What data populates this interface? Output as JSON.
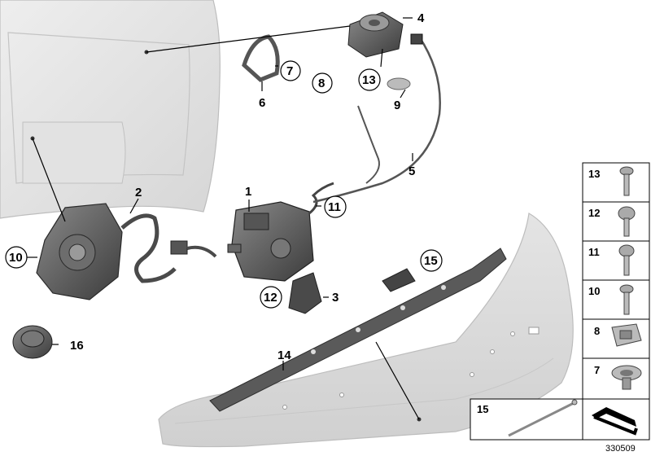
{
  "diagram": {
    "document_number": "330509",
    "callouts": {
      "p1": "1",
      "p2": "2",
      "p3": "3",
      "p4": "4",
      "p5": "5",
      "p6": "6",
      "p7": "7",
      "p8": "8",
      "p9": "9",
      "p10": "10",
      "p11": "11",
      "p12": "12",
      "p13": "13",
      "p14": "14",
      "p15": "15",
      "p16": "16"
    },
    "legend": {
      "items": [
        "13",
        "12",
        "11",
        "10",
        "8",
        "7"
      ],
      "bottom_label": "15"
    }
  }
}
